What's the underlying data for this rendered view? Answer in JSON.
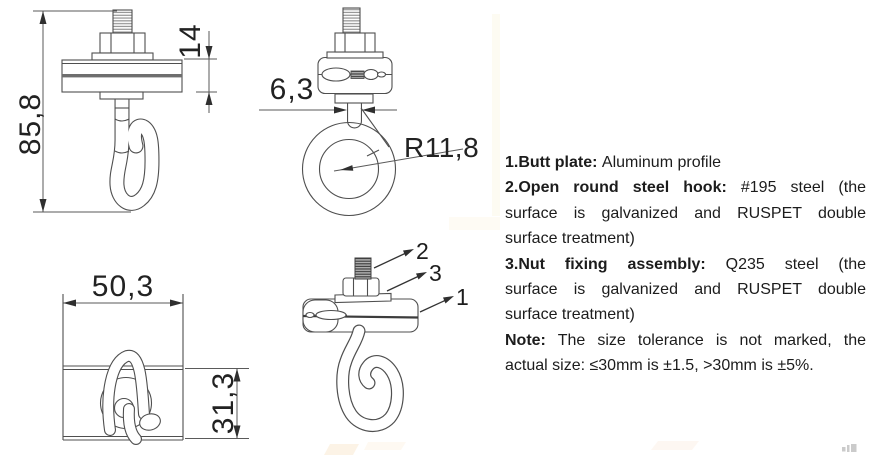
{
  "dims": {
    "total_height": "85,8",
    "plate_thickness": "14",
    "hook_diameter": "6,3",
    "ring_radius": "R11,8",
    "plate_width": "50,3",
    "plate_depth": "31,3"
  },
  "callouts": {
    "butt_plate": "1",
    "bolt": "2",
    "nut": "3"
  },
  "spec": {
    "lines": [
      {
        "justify": false,
        "parts": [
          {
            "text": "1.Butt plate：",
            "bold": true
          },
          {
            "text": " Aluminum profile",
            "bold": false
          }
        ]
      },
      {
        "justify": true,
        "parts": [
          {
            "text": "2.Open round steel hook：",
            "bold": true
          },
          {
            "text": "#195 steel（the",
            "bold": false
          }
        ]
      },
      {
        "justify": true,
        "parts": [
          {
            "text": "surface is galvanized and RUSPET double",
            "bold": false
          }
        ]
      },
      {
        "justify": false,
        "parts": [
          {
            "text": "surface treatment）",
            "bold": false
          }
        ]
      },
      {
        "justify": true,
        "parts": [
          {
            "text": "3.Nut fixing assembly：",
            "bold": true
          },
          {
            "text": "Q235 steel（the",
            "bold": false
          }
        ]
      },
      {
        "justify": true,
        "parts": [
          {
            "text": "surface is galvanized and RUSPET double",
            "bold": false
          }
        ]
      },
      {
        "justify": false,
        "parts": [
          {
            "text": "surface treatment）",
            "bold": false
          }
        ]
      },
      {
        "justify": true,
        "parts": [
          {
            "text": "Note:",
            "bold": true
          },
          {
            "text": "The size tolerance is not marked, the",
            "bold": false
          }
        ]
      },
      {
        "justify": false,
        "parts": [
          {
            "text": "actual size: ≤30mm is ±1.5, >30mm is ±5%.",
            "bold": false
          }
        ]
      }
    ]
  },
  "colors": {
    "line": "#4f4f4f",
    "dim_text": "#222222",
    "spec_text": "#1c1c1c",
    "watermark": "#f9ecd9"
  }
}
